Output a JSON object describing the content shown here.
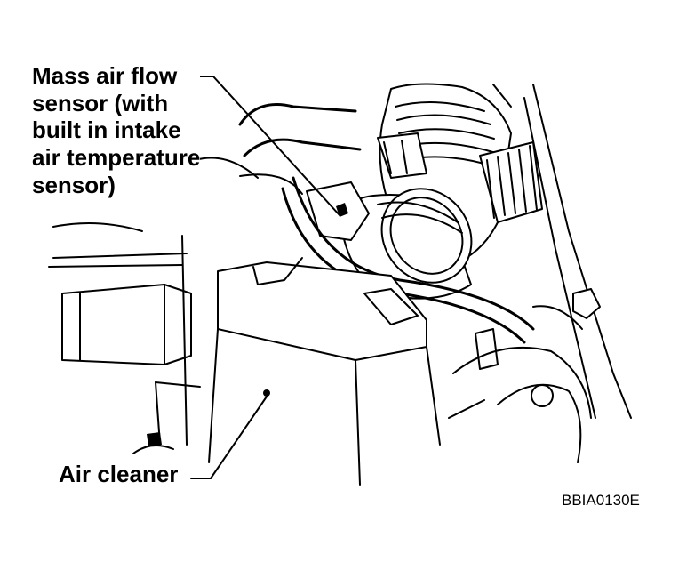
{
  "labels": {
    "mass_air_flow_sensor": "Mass air flow\nsensor (with\nbuilt in intake\nair temperature\nsensor)",
    "air_cleaner": "Air cleaner",
    "figure_code": "BBIA0130E"
  },
  "colors": {
    "line": "#000000",
    "background": "#ffffff"
  }
}
